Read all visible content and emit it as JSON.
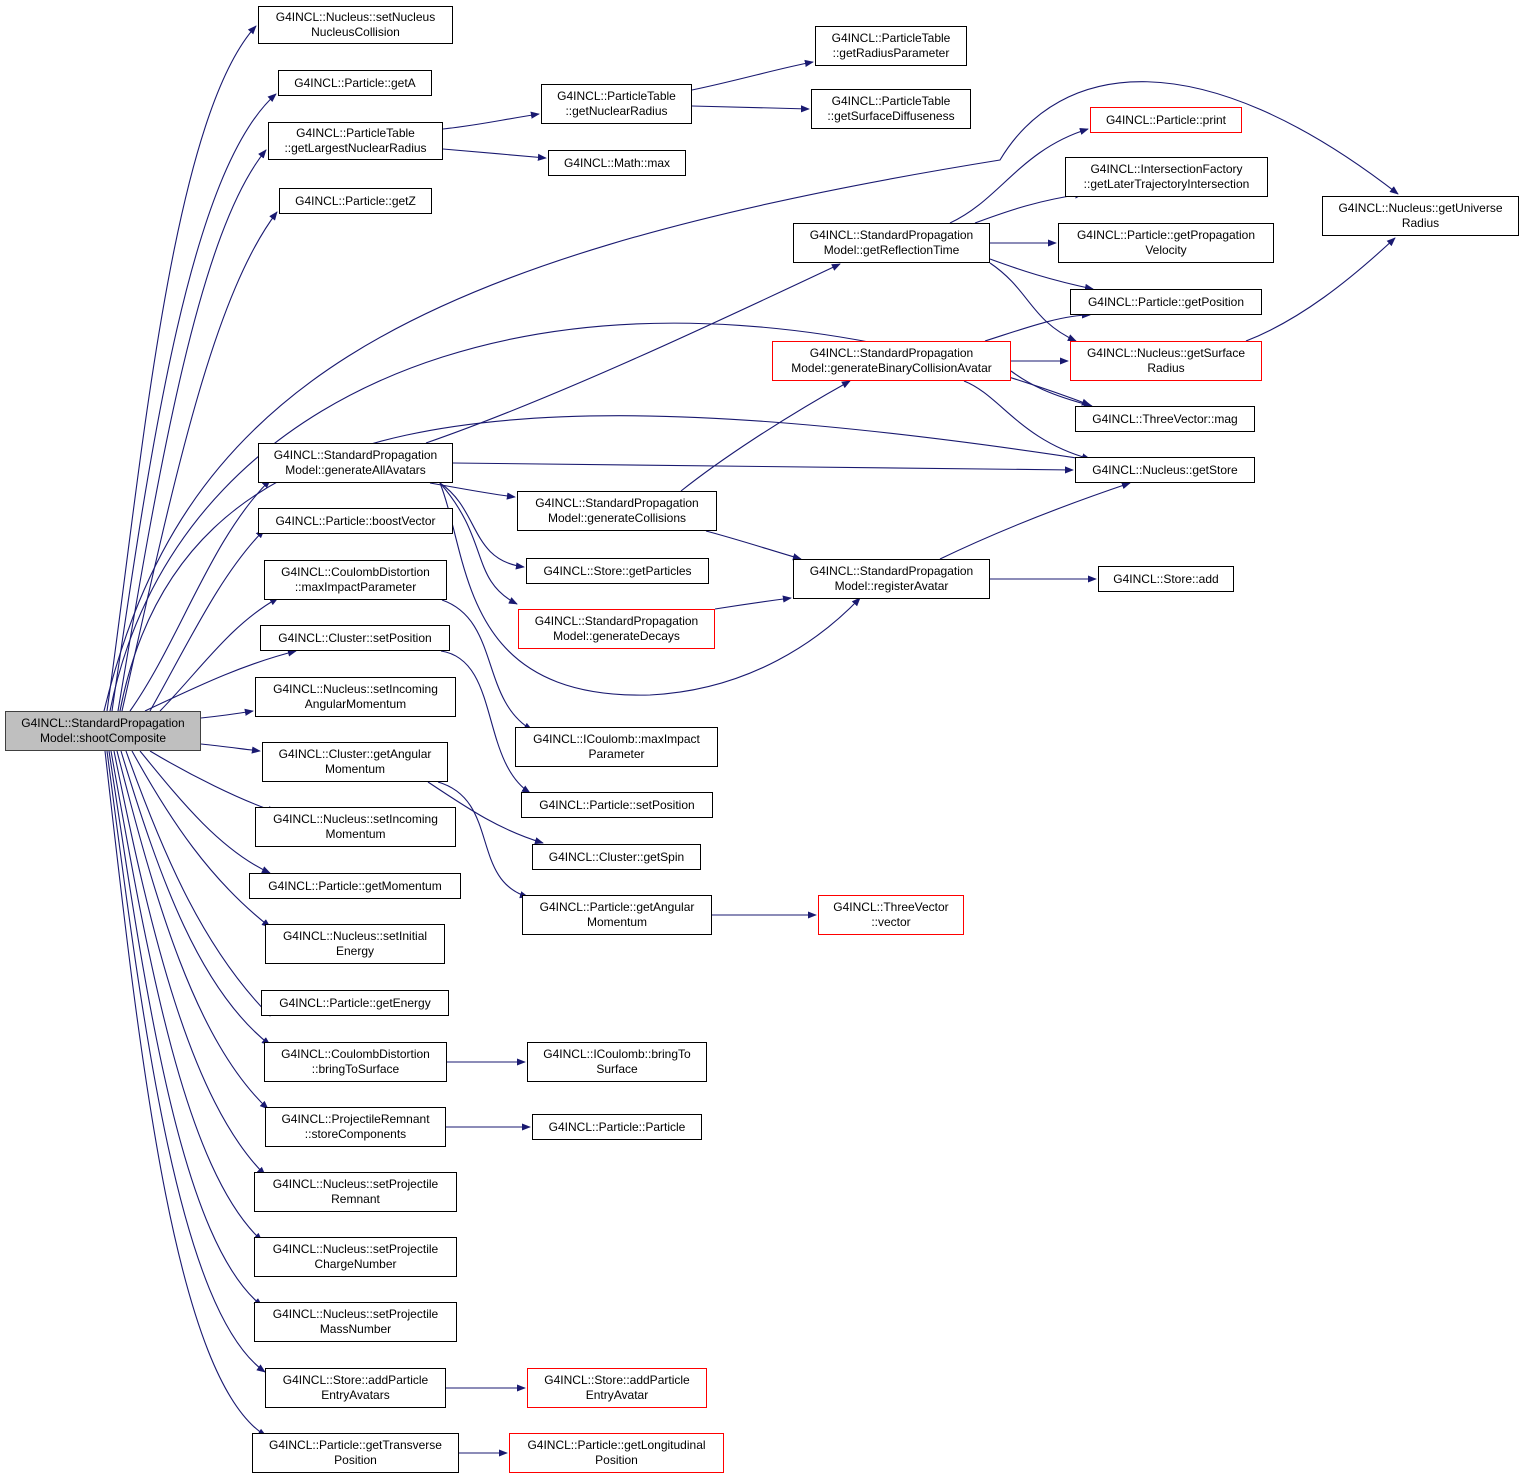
{
  "colors": {
    "edge": "#191970",
    "node_border": "#000000",
    "truncated_border": "#ff0000",
    "root_fill": "#bfbfbf"
  },
  "nodes": [
    {
      "id": "root",
      "lines": [
        "G4INCL::StandardPropagation",
        "Model::shootComposite"
      ],
      "style": "root"
    },
    {
      "id": "n1",
      "lines": [
        "G4INCL::Nucleus::setNucleus",
        "NucleusCollision"
      ]
    },
    {
      "id": "n2",
      "lines": [
        "G4INCL::Particle::getA"
      ]
    },
    {
      "id": "n3",
      "lines": [
        "G4INCL::ParticleTable",
        "::getLargestNuclearRadius"
      ]
    },
    {
      "id": "n4",
      "lines": [
        "G4INCL::Particle::getZ"
      ]
    },
    {
      "id": "n5",
      "lines": [
        "G4INCL::StandardPropagation",
        "Model::generateAllAvatars"
      ]
    },
    {
      "id": "n6",
      "lines": [
        "G4INCL::Particle::boostVector"
      ]
    },
    {
      "id": "n7",
      "lines": [
        "G4INCL::CoulombDistortion",
        "::maxImpactParameter"
      ]
    },
    {
      "id": "n8",
      "lines": [
        "G4INCL::Cluster::setPosition"
      ]
    },
    {
      "id": "n9",
      "lines": [
        "G4INCL::Nucleus::setIncoming",
        "AngularMomentum"
      ]
    },
    {
      "id": "n10",
      "lines": [
        "G4INCL::Cluster::getAngular",
        "Momentum"
      ]
    },
    {
      "id": "n11",
      "lines": [
        "G4INCL::Nucleus::setIncoming",
        "Momentum"
      ]
    },
    {
      "id": "n12",
      "lines": [
        "G4INCL::Particle::getMomentum"
      ]
    },
    {
      "id": "n13",
      "lines": [
        "G4INCL::Nucleus::setInitial",
        "Energy"
      ]
    },
    {
      "id": "n14",
      "lines": [
        "G4INCL::Particle::getEnergy"
      ]
    },
    {
      "id": "n15",
      "lines": [
        "G4INCL::CoulombDistortion",
        "::bringToSurface"
      ]
    },
    {
      "id": "n16",
      "lines": [
        "G4INCL::ProjectileRemnant",
        "::storeComponents"
      ]
    },
    {
      "id": "n17",
      "lines": [
        "G4INCL::Nucleus::setProjectile",
        "Remnant"
      ]
    },
    {
      "id": "n18",
      "lines": [
        "G4INCL::Nucleus::setProjectile",
        "ChargeNumber"
      ]
    },
    {
      "id": "n19",
      "lines": [
        "G4INCL::Nucleus::setProjectile",
        "MassNumber"
      ]
    },
    {
      "id": "n20",
      "lines": [
        "G4INCL::Store::addParticle",
        "EntryAvatars"
      ]
    },
    {
      "id": "n21",
      "lines": [
        "G4INCL::Particle::getTransverse",
        "Position"
      ]
    },
    {
      "id": "m1",
      "lines": [
        "G4INCL::ParticleTable",
        "::getNuclearRadius"
      ]
    },
    {
      "id": "m2",
      "lines": [
        "G4INCL::Math::max"
      ]
    },
    {
      "id": "m3",
      "lines": [
        "G4INCL::StandardPropagation",
        "Model::generateCollisions"
      ]
    },
    {
      "id": "m4",
      "lines": [
        "G4INCL::Store::getParticles"
      ]
    },
    {
      "id": "m5",
      "lines": [
        "G4INCL::StandardPropagation",
        "Model::generateDecays"
      ],
      "style": "red"
    },
    {
      "id": "m6",
      "lines": [
        "G4INCL::ICoulomb::maxImpact",
        "Parameter"
      ]
    },
    {
      "id": "m7",
      "lines": [
        "G4INCL::Particle::setPosition"
      ]
    },
    {
      "id": "m8",
      "lines": [
        "G4INCL::Cluster::getSpin"
      ]
    },
    {
      "id": "m9",
      "lines": [
        "G4INCL::Particle::getAngular",
        "Momentum"
      ]
    },
    {
      "id": "m10",
      "lines": [
        "G4INCL::ICoulomb::bringTo",
        "Surface"
      ]
    },
    {
      "id": "m11",
      "lines": [
        "G4INCL::Particle::Particle"
      ]
    },
    {
      "id": "m12",
      "lines": [
        "G4INCL::Store::addParticle",
        "EntryAvatar"
      ],
      "style": "red"
    },
    {
      "id": "m13",
      "lines": [
        "G4INCL::Particle::getLongitudinal",
        "Position"
      ],
      "style": "red"
    },
    {
      "id": "r1",
      "lines": [
        "G4INCL::ParticleTable",
        "::getRadiusParameter"
      ]
    },
    {
      "id": "r2",
      "lines": [
        "G4INCL::ParticleTable",
        "::getSurfaceDiffuseness"
      ]
    },
    {
      "id": "r3",
      "lines": [
        "G4INCL::StandardPropagation",
        "Model::getReflectionTime"
      ]
    },
    {
      "id": "r4",
      "lines": [
        "G4INCL::StandardPropagation",
        "Model::generateBinaryCollisionAvatar"
      ],
      "style": "red"
    },
    {
      "id": "r5",
      "lines": [
        "G4INCL::StandardPropagation",
        "Model::registerAvatar"
      ]
    },
    {
      "id": "r6",
      "lines": [
        "G4INCL::ThreeVector",
        "::vector"
      ],
      "style": "red"
    },
    {
      "id": "s1",
      "lines": [
        "G4INCL::Particle::print"
      ],
      "style": "red"
    },
    {
      "id": "s2",
      "lines": [
        "G4INCL::IntersectionFactory",
        "::getLaterTrajectoryIntersection"
      ]
    },
    {
      "id": "s3",
      "lines": [
        "G4INCL::Particle::getPropagation",
        "Velocity"
      ]
    },
    {
      "id": "s4",
      "lines": [
        "G4INCL::Particle::getPosition"
      ]
    },
    {
      "id": "s5",
      "lines": [
        "G4INCL::Nucleus::getSurface",
        "Radius"
      ],
      "style": "red"
    },
    {
      "id": "s6",
      "lines": [
        "G4INCL::ThreeVector::mag"
      ]
    },
    {
      "id": "s7",
      "lines": [
        "G4INCL::Nucleus::getStore"
      ]
    },
    {
      "id": "s8",
      "lines": [
        "G4INCL::Store::add"
      ]
    },
    {
      "id": "t1",
      "lines": [
        "G4INCL::Nucleus::getUniverse",
        "Radius"
      ]
    }
  ]
}
